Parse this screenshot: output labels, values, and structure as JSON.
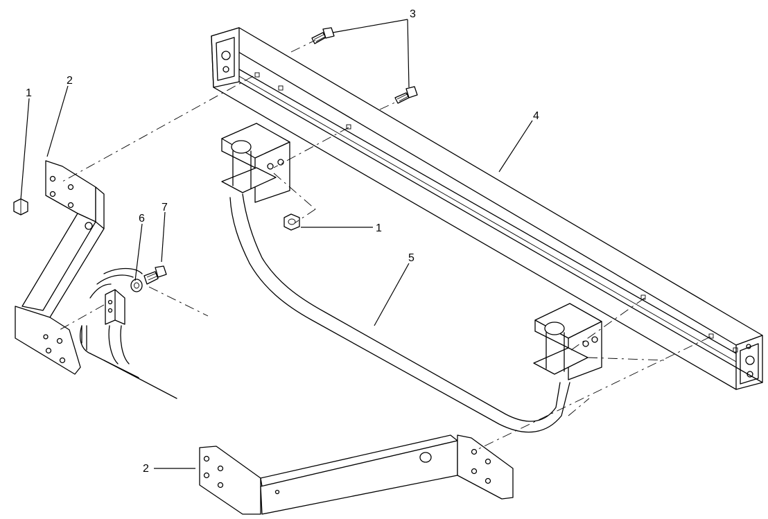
{
  "diagram": {
    "callouts": [
      {
        "id": "c1a",
        "label": "1"
      },
      {
        "id": "c2a",
        "label": "2"
      },
      {
        "id": "c3",
        "label": "3"
      },
      {
        "id": "c4",
        "label": "4"
      },
      {
        "id": "c5",
        "label": "5"
      },
      {
        "id": "c6",
        "label": "6"
      },
      {
        "id": "c7",
        "label": "7"
      },
      {
        "id": "c1b",
        "label": "1"
      },
      {
        "id": "c2b",
        "label": "2"
      }
    ]
  }
}
